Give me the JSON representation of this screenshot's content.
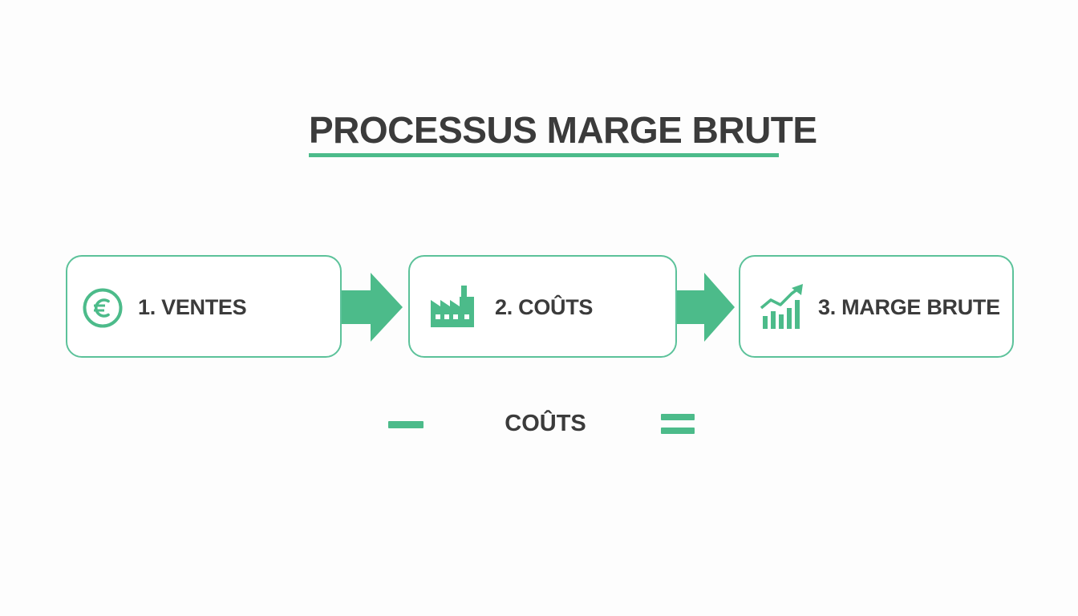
{
  "title": "PROCESSUS MARGE BRUTE",
  "steps": [
    {
      "label": "1. VENTES",
      "icon": "euro-icon"
    },
    {
      "label": "2. COÛTS",
      "icon": "factory-icon"
    },
    {
      "label": "3. MARGE BRUTE",
      "icon": "growth-chart-icon"
    }
  ],
  "formula": {
    "word": "COÛTS"
  },
  "colors": {
    "accent": "#4cbb8a",
    "border": "#5cc29a",
    "text": "#3b3b3b",
    "background": "#fdfdfd"
  }
}
